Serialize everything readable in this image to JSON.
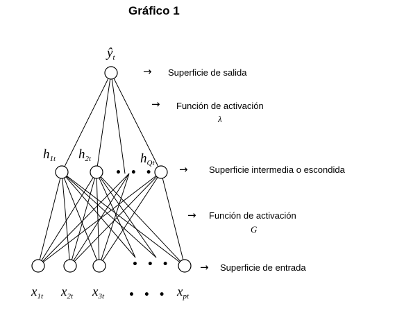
{
  "title": "Gráfico 1",
  "output_var": "ŷ",
  "output_sub": "t",
  "labels": {
    "output_surface": "Superficie de salida",
    "activation_1": "Función de activación",
    "activation_1_symbol": "λ",
    "hidden_surface": "Superficie intermedia o escondida",
    "activation_2": "Función de activación",
    "activation_2_symbol": "G",
    "input_surface": "Superficie de entrada"
  },
  "hidden_vars": [
    {
      "base": "h",
      "sub": "1t"
    },
    {
      "base": "h",
      "sub": "2t"
    },
    {
      "base": "h",
      "sub": "Qt"
    }
  ],
  "input_vars": [
    {
      "base": "x",
      "sub": "1t"
    },
    {
      "base": "x",
      "sub": "2t"
    },
    {
      "base": "x",
      "sub": "3t"
    },
    {
      "base": "x",
      "sub": "pt"
    }
  ],
  "ellipsis": "• • •",
  "arrow_glyph": "→"
}
